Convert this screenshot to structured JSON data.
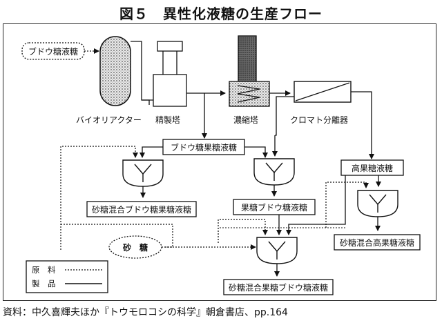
{
  "title": "図５　異性化液糖の生産フロー",
  "source": "資料：中久喜輝夫ほか『トウモロコシの科学』朝倉書店、pp.164",
  "nodes": {
    "glucose_syrup": "ブドウ糖液糖",
    "bioreactor": "バイオリアクター",
    "refining_tower": "精製塔",
    "concentrator": "濃縮塔",
    "chromato_separator": "クロマト分離器",
    "hfcs_glucose_fructose": "ブドウ糖果糖液糖",
    "high_fructose": "高果糖液糖",
    "sugar_mix_glucose_fructose": "砂糖混合ブドウ糖果糖液糖",
    "fructose_glucose": "果糖ブドウ糖液糖",
    "sugar_mix_high_fructose": "砂糖混合高果糖液糖",
    "sugar": "砂　糖",
    "sugar_mix_fructose_glucose": "砂糖混合果糖ブドウ糖液糖"
  },
  "legend": {
    "raw": "原　料",
    "product": "製　品"
  }
}
